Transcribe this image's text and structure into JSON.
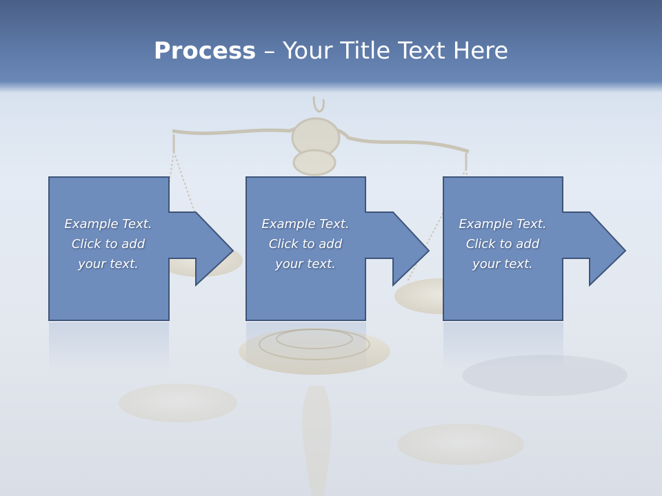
{
  "title": {
    "bold": "Process",
    "rest": " – Your Title Text Here"
  },
  "steps": [
    {
      "line1": "Example Text.",
      "line2": "Click  to add",
      "line3": "your text."
    },
    {
      "line1": "Example Text.",
      "line2": "Click  to add",
      "line3": "your text."
    },
    {
      "line1": "Example Text.",
      "line2": "Click  to add",
      "line3": "your text."
    }
  ],
  "colors": {
    "box_fill": "#6e8cbc",
    "box_border": "#3e5478",
    "title_band": "#5d79a7",
    "text": "#ffffff"
  }
}
